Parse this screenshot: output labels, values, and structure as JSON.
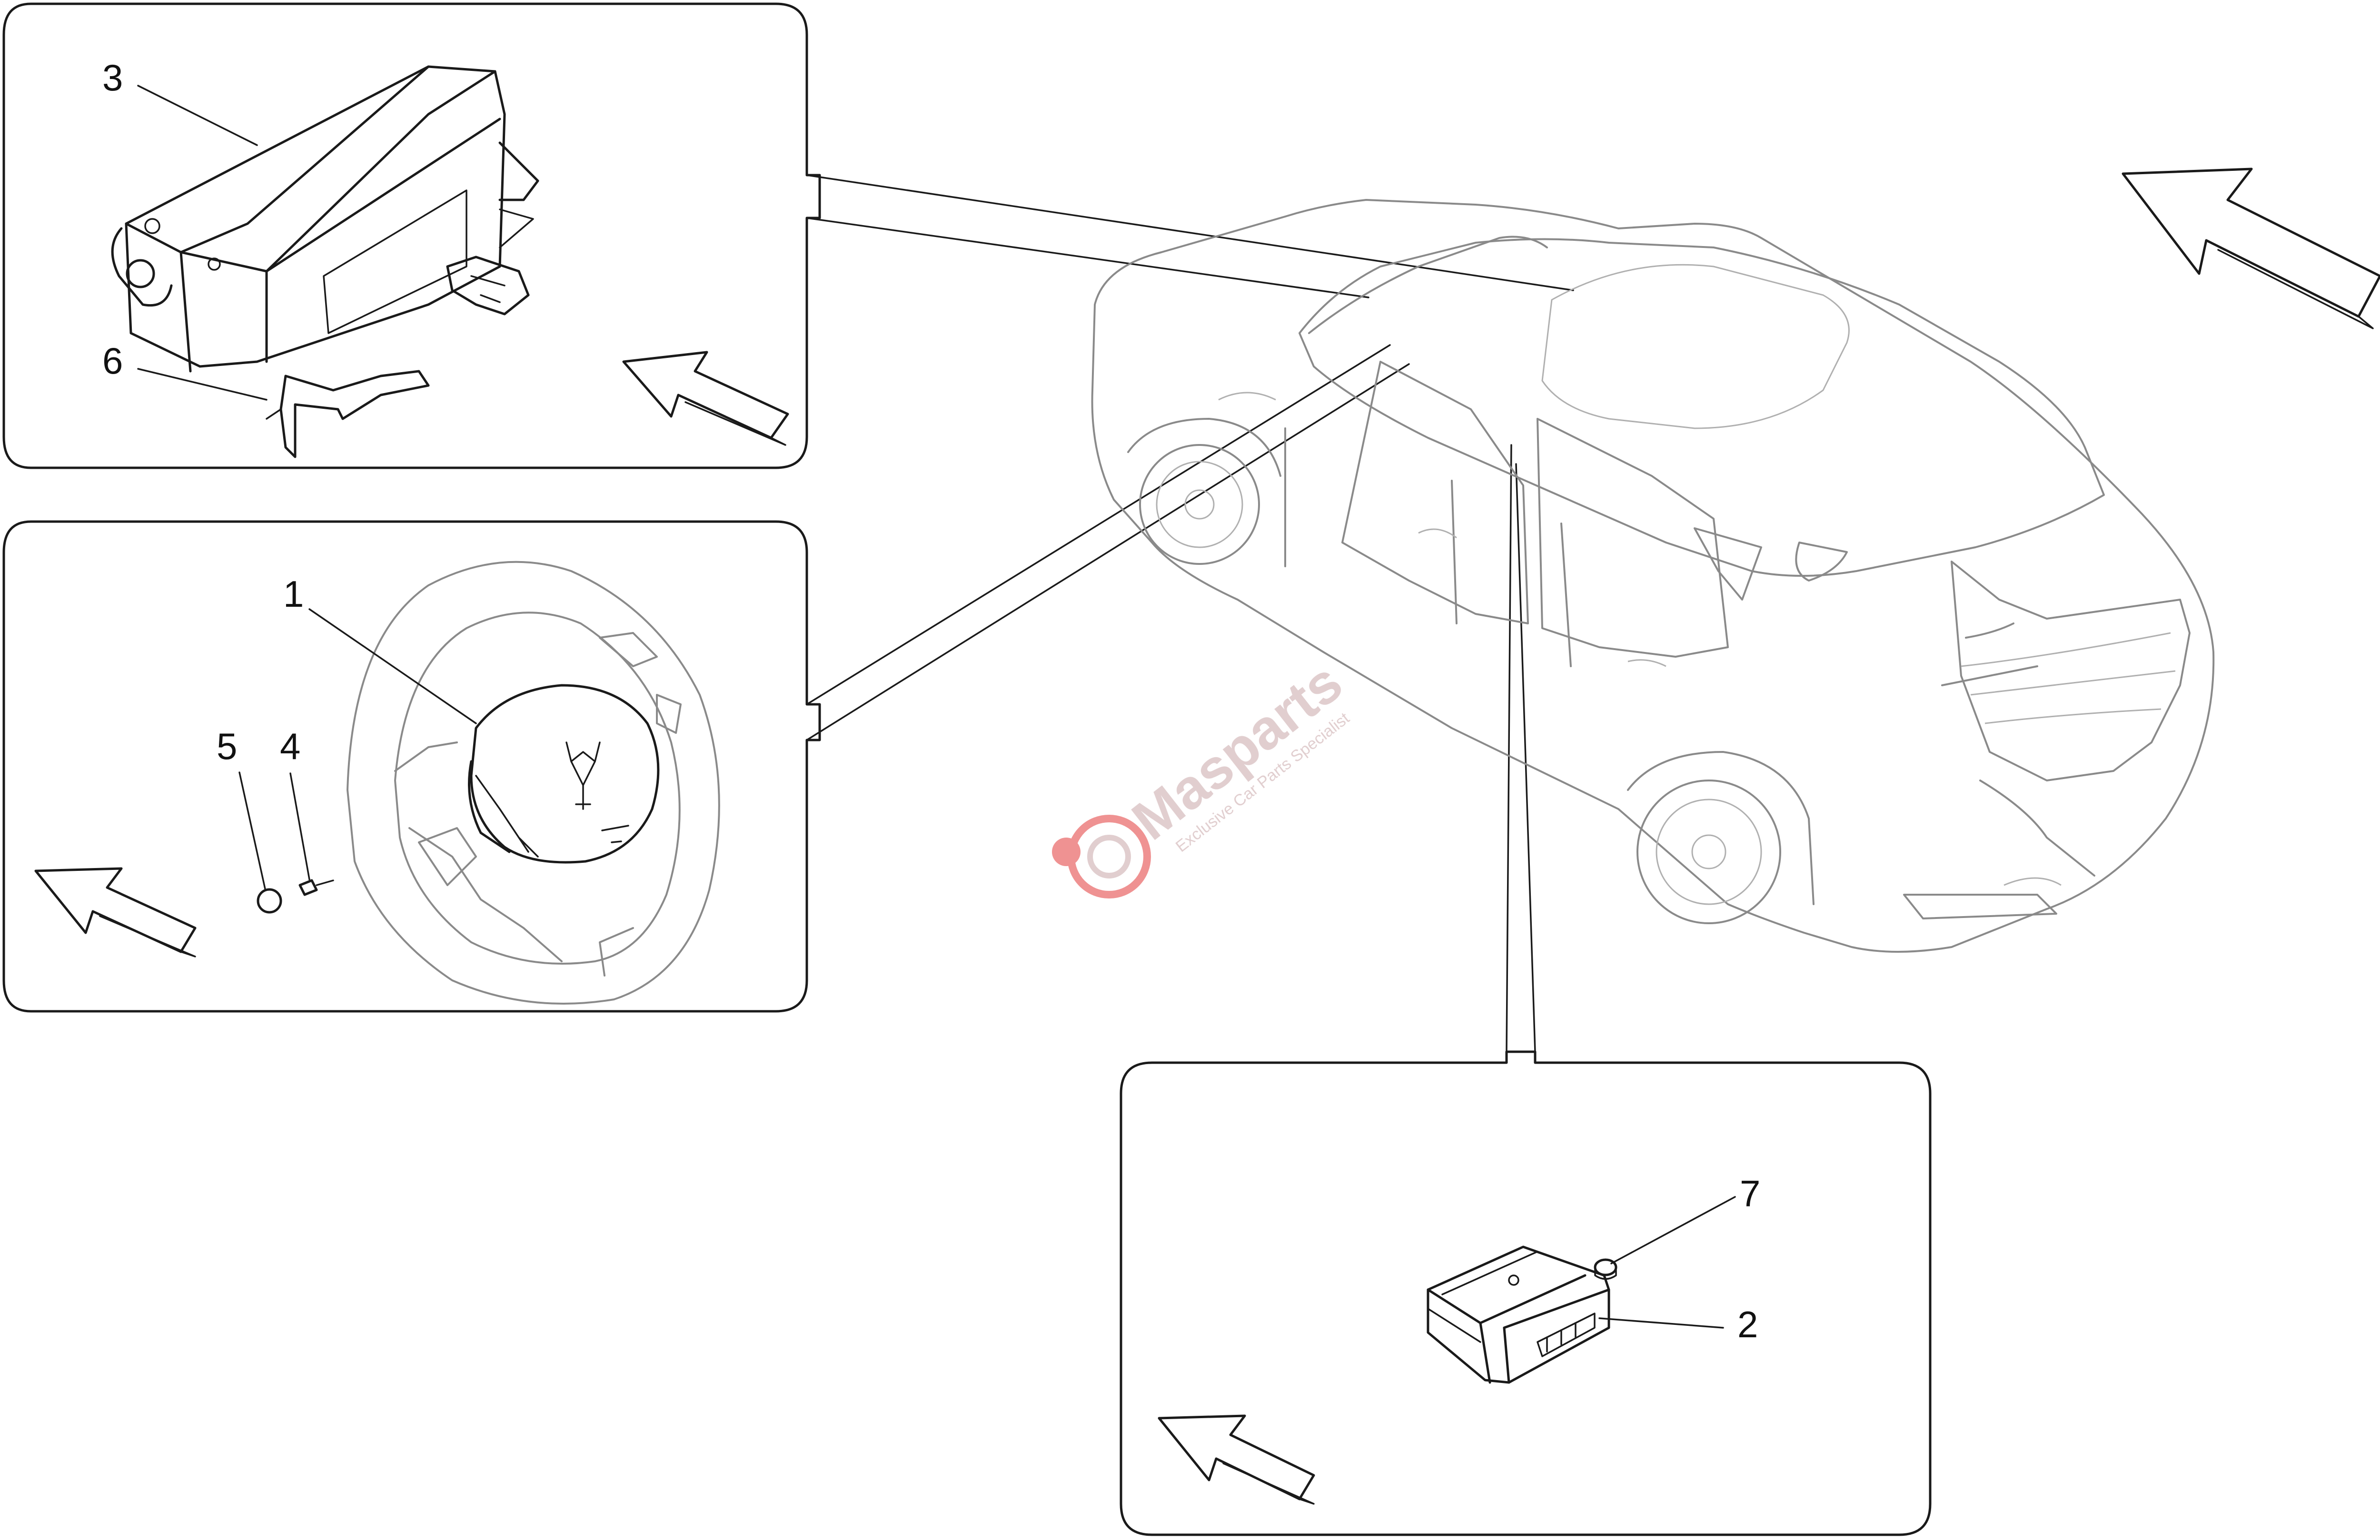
{
  "callouts": {
    "c1": "1",
    "c2": "2",
    "c3": "3",
    "c4": "4",
    "c5": "5",
    "c6": "6",
    "c7": "7"
  },
  "watermark": {
    "brand": "Masparts",
    "tagline": "Exclusive Car Parts Specialist",
    "color": "#c8a6a8",
    "accent": "#e23a3a"
  },
  "colors": {
    "line": "#1a1a1a",
    "car": "#8a8a8a",
    "arrow_fill": "#ffffff"
  }
}
